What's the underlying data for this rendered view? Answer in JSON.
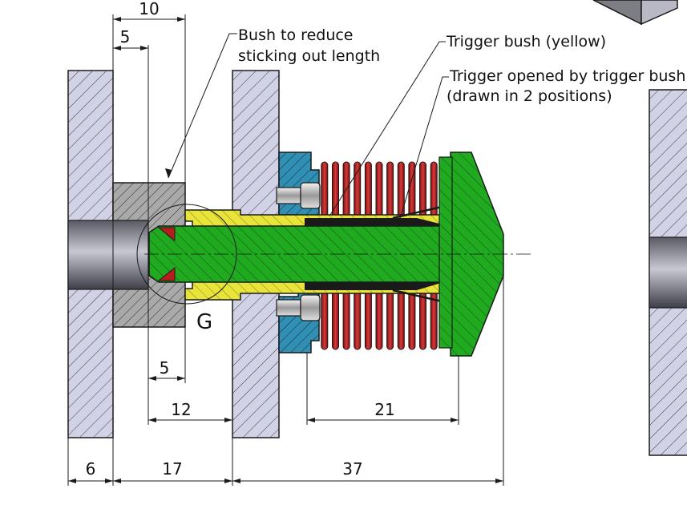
{
  "dimensions": {
    "top_10": "10",
    "top_5": "5",
    "inner_5": "5",
    "inner_12": "12",
    "spring_21": "21",
    "bottom_6": "6",
    "bottom_17": "17",
    "bottom_37": "37"
  },
  "labels": {
    "bush_line1": "Bush to reduce",
    "bush_line2": "sticking out length",
    "trigger_bush": "Trigger bush (yellow)",
    "trigger_opened_line1": "Trigger opened by trigger bush",
    "trigger_opened_line2": "(drawn in 2 positions)",
    "detail_g": "G"
  },
  "colors": {
    "plate": "#d2d2e6",
    "bush_gray": "#a9a9a9",
    "pin_green": "#1faa1f",
    "trigger_yellow": "#e8e43a",
    "housing_blue": "#2f8fb5",
    "spring_red": "#b81e1e",
    "outline": "#1a1a1a"
  }
}
